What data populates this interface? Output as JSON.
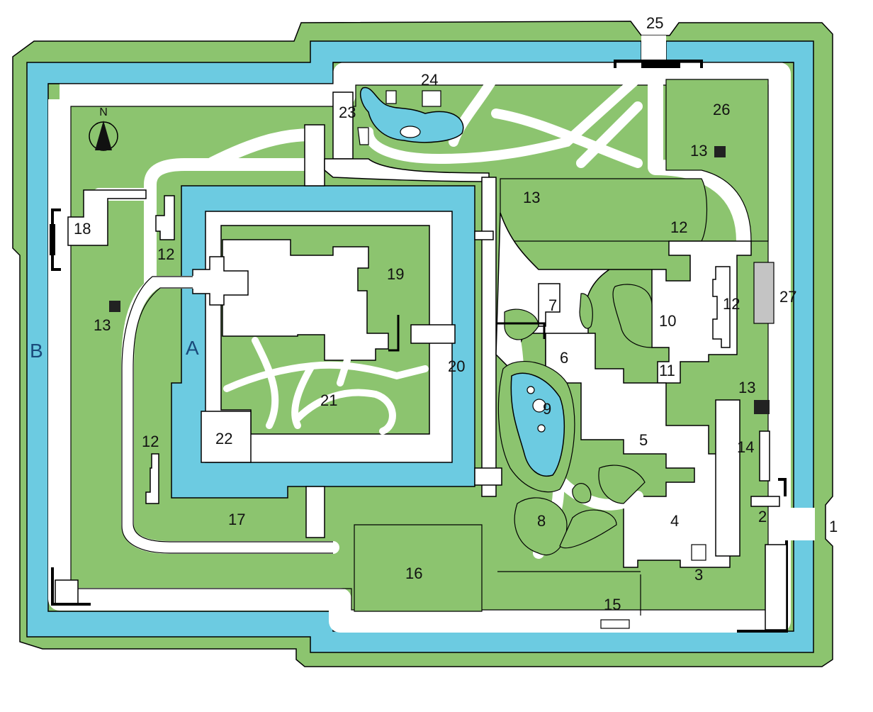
{
  "colors": {
    "grass": "#8cc46f",
    "water": "#6ccbe1",
    "path": "#ffffff",
    "outline": "#000000",
    "grey": "#c4c4c4",
    "dark": "#222222"
  },
  "compass": {
    "label": "N"
  },
  "labels": {
    "l1": "1",
    "l2": "2",
    "l3": "3",
    "l4": "4",
    "l5": "5",
    "l6": "6",
    "l7": "7",
    "l8": "8",
    "l9": "9",
    "l10": "10",
    "l11": "11",
    "l12a": "12",
    "l12b": "12",
    "l12c": "12",
    "l12d": "12",
    "l13a": "13",
    "l13b": "13",
    "l13c": "13",
    "l13d": "13",
    "l14": "14",
    "l15": "15",
    "l16": "16",
    "l17": "17",
    "l18": "18",
    "l19": "19",
    "l20": "20",
    "l21": "21",
    "l22": "22",
    "l23": "23",
    "l24": "24",
    "l25": "25",
    "l26": "26",
    "l27": "27",
    "lA": "A",
    "lB": "B"
  }
}
